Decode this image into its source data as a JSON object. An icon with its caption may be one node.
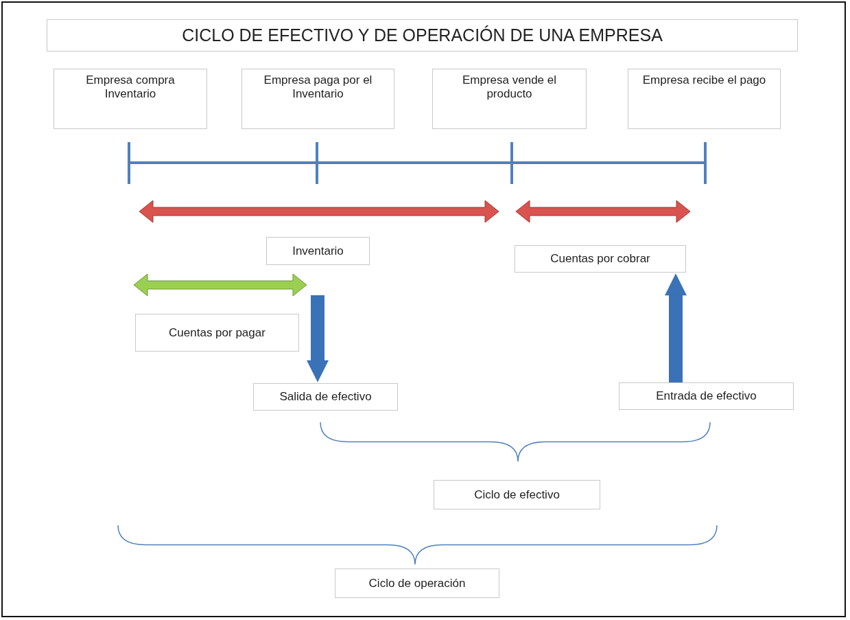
{
  "diagram": {
    "title": "CICLO DE EFECTIVO Y DE OPERACIÓN DE UNA EMPRESA",
    "nodes": [
      {
        "text": [
          "Empresa compra Inventario"
        ]
      },
      {
        "text": [
          "Empresa paga por el Inventario"
        ]
      },
      {
        "text": [
          "Empresa vende el producto"
        ]
      },
      {
        "text": [
          "Empresa recibe el pago"
        ]
      },
      {
        "text": [
          "Inventario"
        ]
      },
      {
        "text": [
          "Cuentas por cobrar"
        ]
      },
      {
        "text": [
          "Cuentas por pagar"
        ]
      },
      {
        "text": [
          "Salida de efectivo"
        ]
      },
      {
        "text": [
          "Entrada de efectivo"
        ]
      },
      {
        "text": [
          "Ciclo de efectivo"
        ]
      },
      {
        "text": [
          "Ciclo de operación"
        ]
      }
    ],
    "edges": [
      {
        "from": null,
        "to": 7,
        "arrow": "to"
      },
      {
        "from": 8,
        "to": 5,
        "arrow": "to"
      }
    ]
  }
}
